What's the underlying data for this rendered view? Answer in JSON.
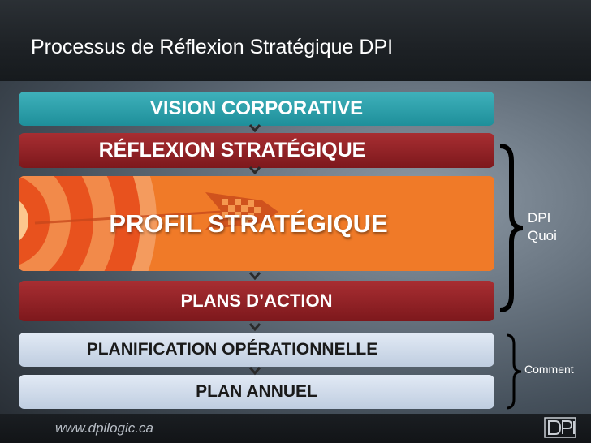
{
  "slide": {
    "title": "Processus de Réflexion Stratégique DPI",
    "footer_url": "www.dpilogic.ca"
  },
  "bands": {
    "vision": "VISION CORPORATIVE",
    "reflexion": "RÉFLEXION STRATÉGIQUE",
    "profil": "PROFIL STRATÉGIQUE",
    "plans": "PLANS D’ACTION",
    "planification": "PLANIFICATION OPÉRATIONNELLE",
    "plan_annuel": "PLAN ANNUEL"
  },
  "groups": {
    "dpi_quoi_line1": "DPI",
    "dpi_quoi_line2": "Quoi",
    "comment": "Comment"
  },
  "colors": {
    "teal": "#2aa0aa",
    "dark_red": "#921f23",
    "orange": "#f07a28",
    "light_blue": "#d0dcec"
  }
}
